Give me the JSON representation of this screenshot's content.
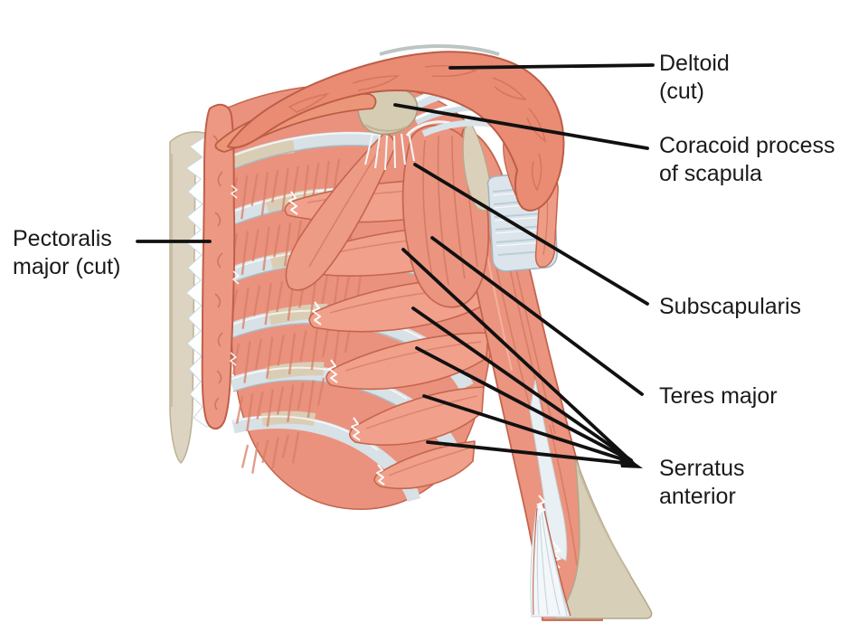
{
  "figure": {
    "type": "anatomical-diagram",
    "subject": "Anterior shoulder and thorax musculature with pectoralis major and deltoid cut away",
    "background": "#ffffff"
  },
  "labels": {
    "deltoid": {
      "line1": "Deltoid",
      "line2": "(cut)"
    },
    "coracoid": {
      "line1": "Coracoid process",
      "line2": "of scapula"
    },
    "subscapularis": {
      "text": "Subscapularis"
    },
    "teres_major": {
      "text": "Teres major"
    },
    "serratus_anterior": {
      "line1": "Serratus",
      "line2": "anterior"
    },
    "pectoralis_major": {
      "line1": "Pectoralis",
      "line2": "major (cut)"
    }
  },
  "colors": {
    "background": "#ffffff",
    "muscle": "#EC9480",
    "muscle_light": "#F0A08B",
    "muscle_dark": "#D77E67",
    "muscle_outline": "#C5654D",
    "deltoid": "#E98C73",
    "bone": "#DCD3C0",
    "bone_dark": "#B1A78A",
    "rib": "#D7E1E6",
    "cartilage": "#D9CEB5",
    "tendon": "#E9F0F4",
    "leader_line": "#111111",
    "label_text": "#1a1a1a"
  }
}
